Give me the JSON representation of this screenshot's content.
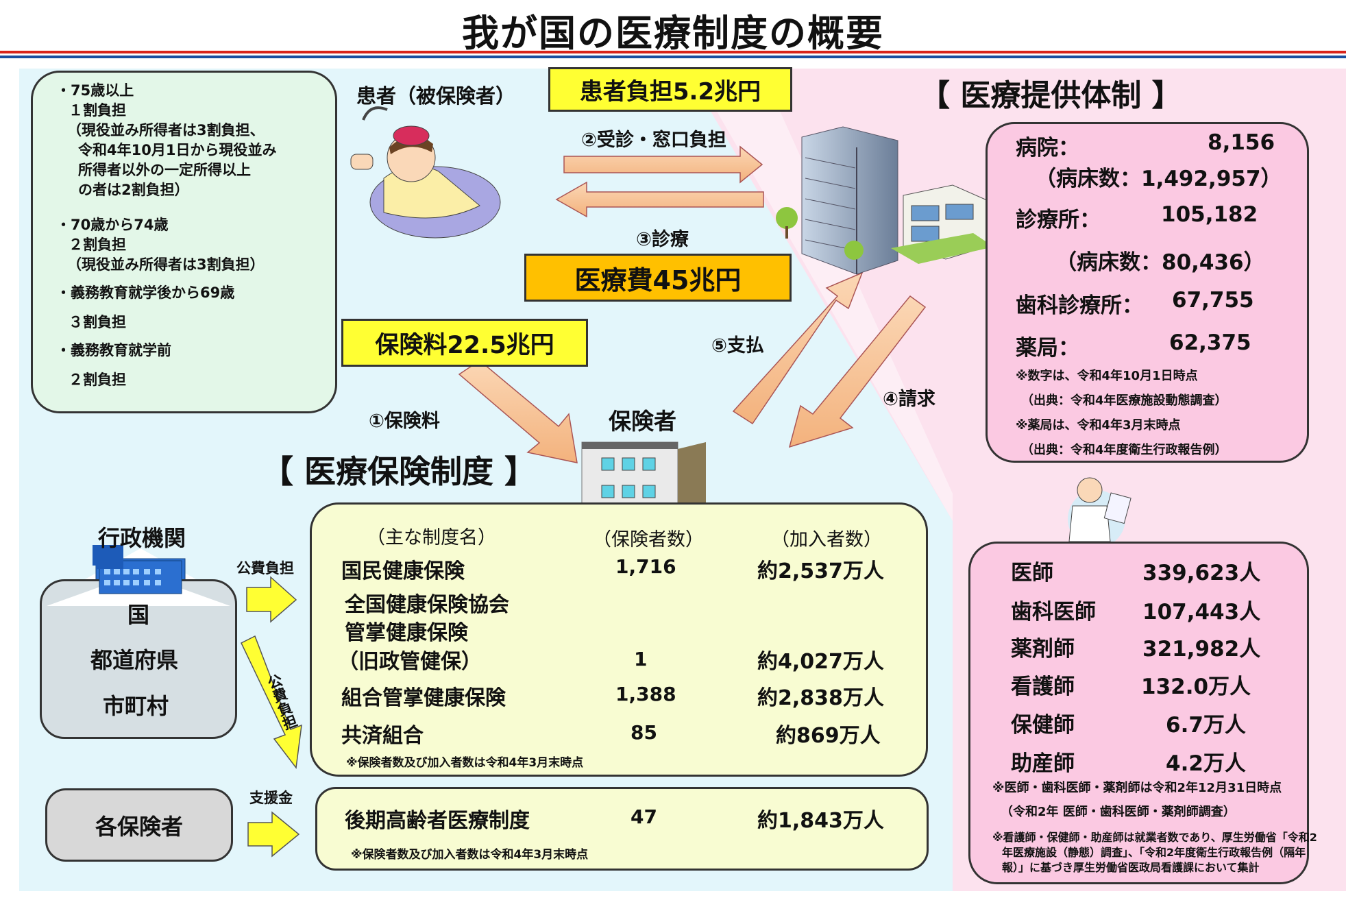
{
  "title": "我が国の医療制度の概要",
  "colors": {
    "accent_red": "#d9241b",
    "accent_blue": "#1a4fa0",
    "left_bg": "#e3f6fb",
    "right_bg": "#fbe1ee",
    "yellow": "#ffff33",
    "orange": "#ffc000"
  },
  "eligibility": {
    "line1": "・75歳以上",
    "line2": "１割負担",
    "line3": "（現役並み所得者は3割負担、",
    "line4": "令和4年10月1日から現役並み",
    "line5": "所得者以外の一定所得以上",
    "line6": "の者は2割負担）",
    "line7": "・70歳から74歳",
    "line8": "２割負担",
    "line9": "（現役並み所得者は3割負担）",
    "line10": "・義務教育就学後から69歳",
    "line11": "３割負担",
    "line12": "・義務教育就学前",
    "line13": "２割負担"
  },
  "patient": {
    "label": "患者（被保険者）",
    "burden": "患者負担5.2兆円"
  },
  "flows": {
    "consult": "②受診・窓口負担",
    "treatment": "③診療",
    "medical_cost": "医療費45兆円",
    "premium_amount": "保険料22.5兆円",
    "premium": "①保険料",
    "payment": "⑤支払",
    "claim": "④請求"
  },
  "insurer": {
    "label": "保険者"
  },
  "provision": {
    "heading": "【 医療提供体制 】",
    "hospitals_label": "病院：",
    "hospitals_value": "8,156",
    "hospital_beds": "（病床数：1,492,957）",
    "clinics_label": "診療所：",
    "clinics_value": "105,182",
    "clinic_beds": "（病床数：80,436）",
    "dental_label": "歯科診療所：",
    "dental_value": "67,755",
    "pharmacy_label": "薬局：",
    "pharmacy_value": "62,375",
    "note1": "※数字は、令和4年10月1日時点",
    "note2": "（出典：令和4年医療施設動態調査）",
    "note3": "※薬局は、令和4年3月末時点",
    "note4": "（出典：令和4年度衛生行政報告例）"
  },
  "staff": {
    "rows": [
      {
        "label": "医師",
        "value": "339,623人"
      },
      {
        "label": "歯科医師",
        "value": "107,443人"
      },
      {
        "label": "薬剤師",
        "value": "321,982人"
      },
      {
        "label": "看護師",
        "value": "132.0万人"
      },
      {
        "label": "保健師",
        "value": "6.7万人"
      },
      {
        "label": "助産師",
        "value": "4.2万人"
      }
    ],
    "note1": "※医師・歯科医師・薬剤師は令和2年12月31日時点",
    "note2": "（令和2年 医師・歯科医師・薬剤師調査）",
    "note3a": "※看護師・保健師・助産師は就業者数であり、厚生労働省「令和2",
    "note3b": "年医療施設（静態）調査」、「令和2年度衛生行政報告例（隔年",
    "note3c": "報）」に基づき厚生労働省医政局看護課において集計"
  },
  "insurance": {
    "heading": "【 医療保険制度 】",
    "col_name": "（主な制度名）",
    "col_insurers": "（保険者数）",
    "col_members": "（加入者数）",
    "r1_name": "国民健康保険",
    "r1_insurers": "1,716",
    "r1_members": "約2,537万人",
    "r2_name1": "全国健康保険協会",
    "r2_name2": "管掌健康保険",
    "r2_name3": "（旧政管健保）",
    "r2_insurers": "1",
    "r2_members": "約4,027万人",
    "r3_name": "組合管掌健康保険",
    "r3_insurers": "1,388",
    "r3_members": "約2,838万人",
    "r4_name": "共済組合",
    "r4_insurers": "85",
    "r4_members": "約869万人",
    "note": "※保険者数及び加入者数は令和4年3月末時点"
  },
  "elderly": {
    "name": "後期高齢者医療制度",
    "insurers": "47",
    "members": "約1,843万人",
    "note": "※保険者数及び加入者数は令和4年3月末時点"
  },
  "government": {
    "label": "行政機関",
    "country": "国",
    "prefecture": "都道府県",
    "municipality": "市町村",
    "public_burden_1": "公費負担",
    "public_burden_2": "公費負担",
    "each_insurer": "各保険者",
    "support": "支援金"
  }
}
